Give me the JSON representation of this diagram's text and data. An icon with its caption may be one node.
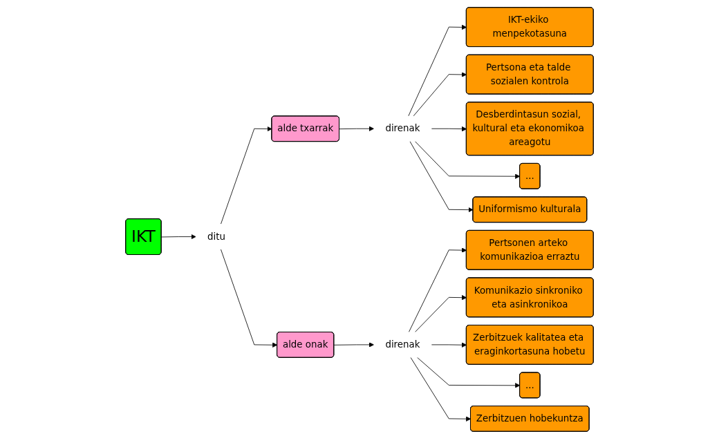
{
  "diagram": {
    "nodes": [
      {
        "text": [
          "IKT"
        ]
      },
      {
        "text": [
          "ditu"
        ]
      },
      {
        "text": [
          "alde txarrak"
        ]
      },
      {
        "text": [
          "direnak"
        ]
      },
      {
        "text": [
          "IKT-ekiko menpekotasuna"
        ]
      },
      {
        "text": [
          "Pertsona eta talde sozialen kontrola"
        ]
      },
      {
        "text": [
          "Desberdintasun sozial, kultural eta ekonomikoa areagotu"
        ]
      },
      {
        "text": [
          "..."
        ]
      },
      {
        "text": [
          "Uniformismo kulturala"
        ]
      },
      {
        "text": [
          "alde onak"
        ]
      },
      {
        "text": [
          "direnak"
        ]
      },
      {
        "text": [
          "Pertsonen arteko komunikazioa erraztu"
        ]
      },
      {
        "text": [
          "Komunikazio sinkroniko eta asinkronikoa"
        ]
      },
      {
        "text": [
          "Zerbitzuek kalitatea eta eraginkortasuna hobetu"
        ]
      },
      {
        "text": [
          "..."
        ]
      },
      {
        "text": [
          "Zerbitzuen hobekuntza"
        ]
      }
    ],
    "edges": [
      {
        "from": 0,
        "to": 1,
        "arrow": "to"
      },
      {
        "from": 1,
        "to": 2,
        "arrow": "to"
      },
      {
        "from": 1,
        "to": 9,
        "arrow": "to"
      },
      {
        "from": 2,
        "to": 3,
        "arrow": "to"
      },
      {
        "from": 3,
        "to": 4,
        "arrow": "to"
      },
      {
        "from": 3,
        "to": 5,
        "arrow": "to"
      },
      {
        "from": 3,
        "to": 6,
        "arrow": "to"
      },
      {
        "from": 3,
        "to": 7,
        "arrow": "to"
      },
      {
        "from": 3,
        "to": 8,
        "arrow": "to"
      },
      {
        "from": 9,
        "to": 10,
        "arrow": "to"
      },
      {
        "from": 10,
        "to": 11,
        "arrow": "to"
      },
      {
        "from": 10,
        "to": 12,
        "arrow": "to"
      },
      {
        "from": 10,
        "to": 13,
        "arrow": "to"
      },
      {
        "from": 10,
        "to": 14,
        "arrow": "to"
      },
      {
        "from": 10,
        "to": 15,
        "arrow": "to"
      }
    ]
  }
}
